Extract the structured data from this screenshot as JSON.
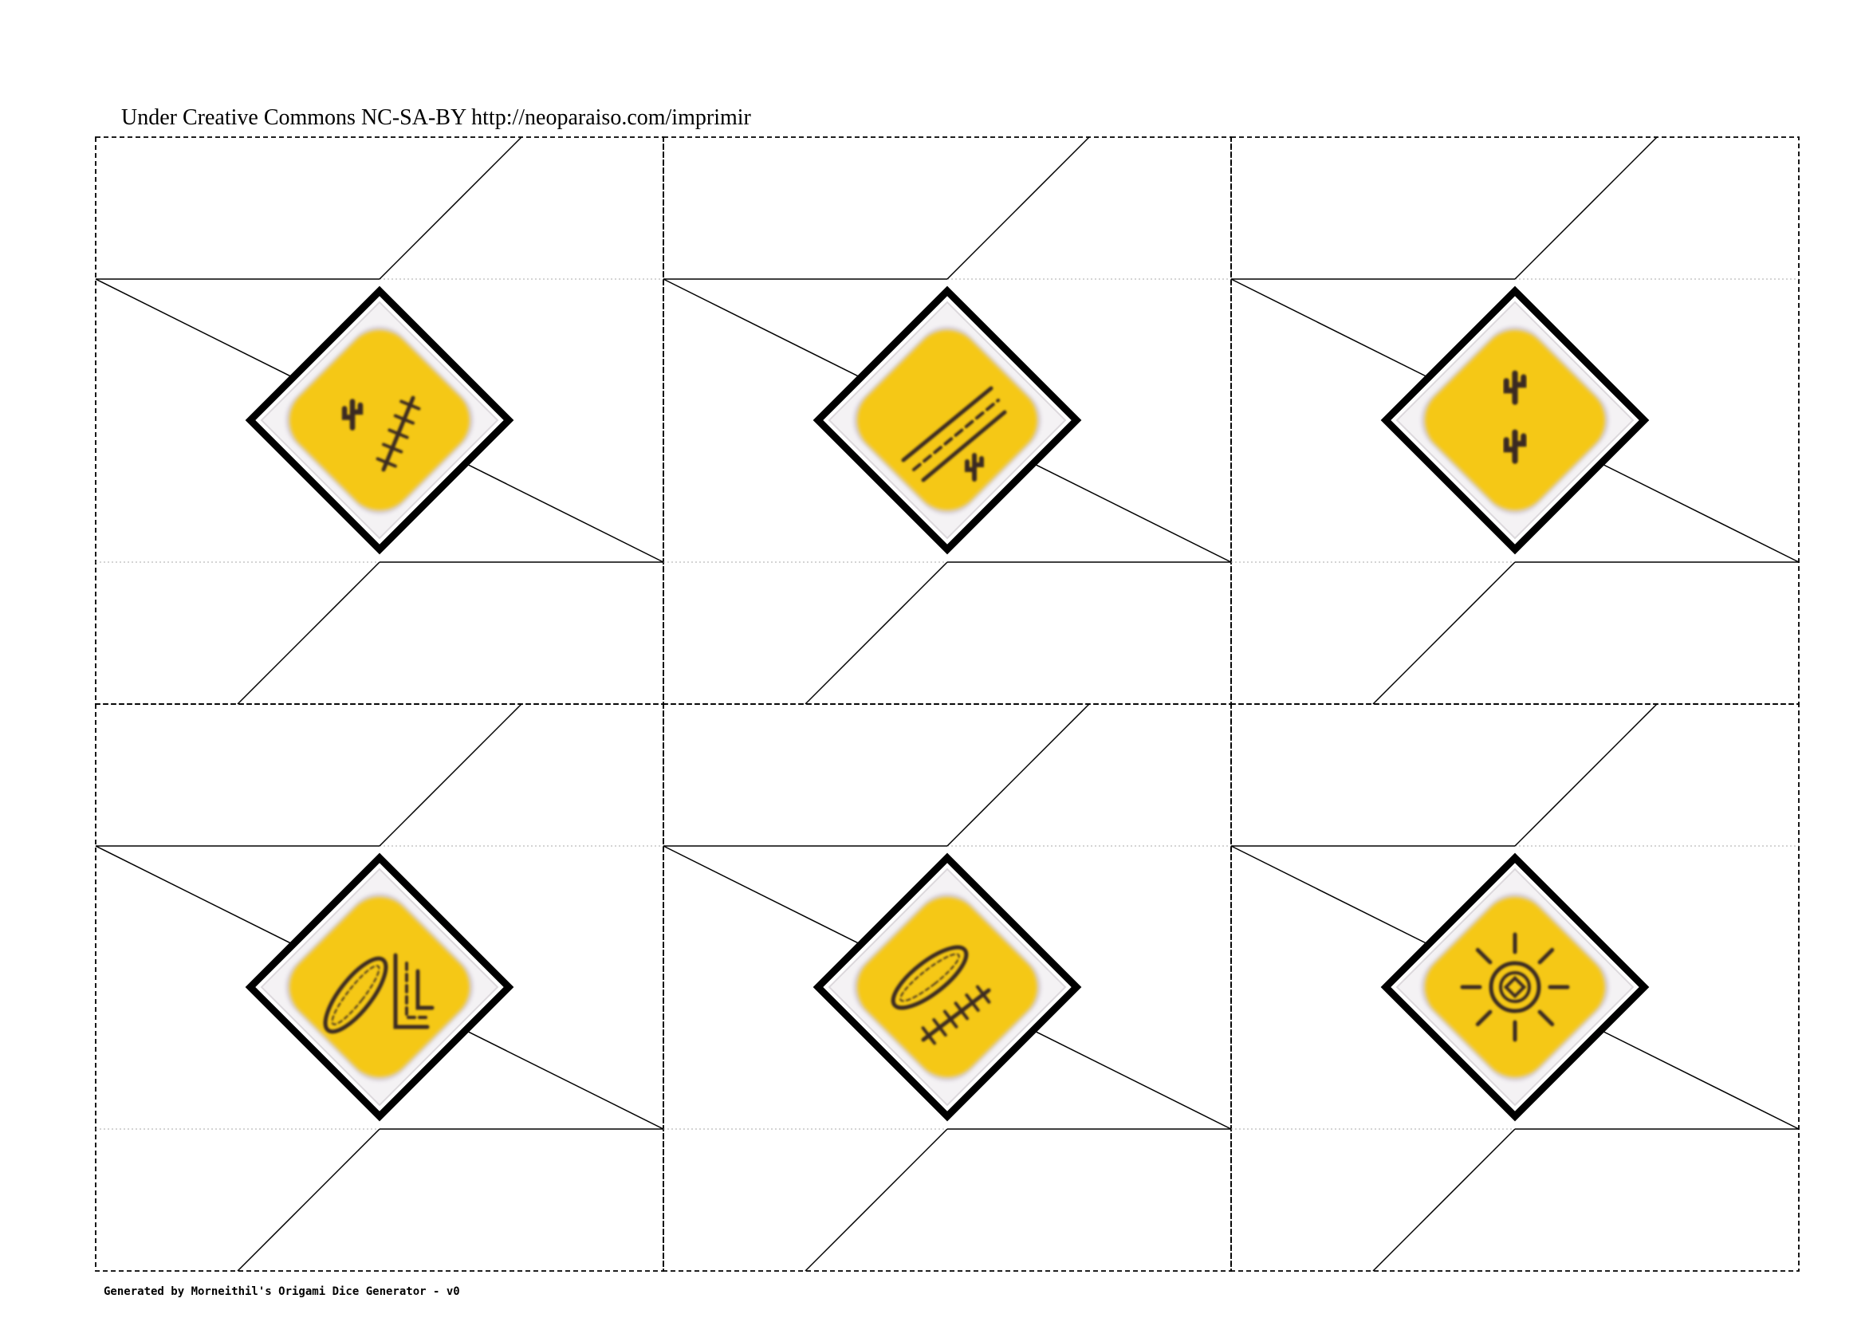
{
  "license_text": "Under Creative Commons NC-SA-BY http://neoparaiso.com/imprimir",
  "footer_text": "Generated by Morneithil's Origami Dice Generator - v0",
  "colors": {
    "tile_yellow": "#f5c818",
    "symbol_dark": "#3a2a20",
    "line": "#000000",
    "fold_line": "#aaaaaa"
  },
  "faces": [
    {
      "symbol": "cactus-and-railway"
    },
    {
      "symbol": "road-and-cactus"
    },
    {
      "symbol": "two-cacti"
    },
    {
      "symbol": "rock-and-road-corner"
    },
    {
      "symbol": "rock-and-railway"
    },
    {
      "symbol": "sun-target"
    }
  ]
}
